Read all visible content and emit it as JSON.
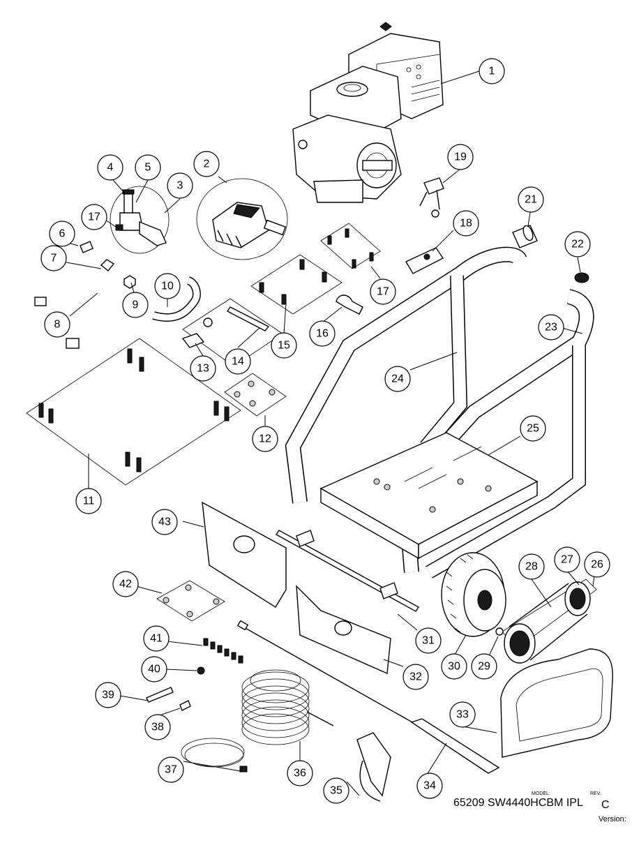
{
  "balloons": [
    {
      "id": "1",
      "label": "1"
    },
    {
      "id": "2",
      "label": "2"
    },
    {
      "id": "3",
      "label": "3"
    },
    {
      "id": "4",
      "label": "4"
    },
    {
      "id": "5",
      "label": "5"
    },
    {
      "id": "6",
      "label": "6"
    },
    {
      "id": "7",
      "label": "7"
    },
    {
      "id": "8",
      "label": "8"
    },
    {
      "id": "9",
      "label": "9"
    },
    {
      "id": "10",
      "label": "10"
    },
    {
      "id": "11",
      "label": "11"
    },
    {
      "id": "12",
      "label": "12"
    },
    {
      "id": "13",
      "label": "13"
    },
    {
      "id": "14",
      "label": "14"
    },
    {
      "id": "15",
      "label": "15"
    },
    {
      "id": "16",
      "label": "16"
    },
    {
      "id": "17a",
      "label": "17"
    },
    {
      "id": "17b",
      "label": "17"
    },
    {
      "id": "18",
      "label": "18"
    },
    {
      "id": "19",
      "label": "19"
    },
    {
      "id": "21",
      "label": "21"
    },
    {
      "id": "22",
      "label": "22"
    },
    {
      "id": "23",
      "label": "23"
    },
    {
      "id": "24",
      "label": "24"
    },
    {
      "id": "25",
      "label": "25"
    },
    {
      "id": "26",
      "label": "26"
    },
    {
      "id": "27",
      "label": "27"
    },
    {
      "id": "28",
      "label": "28"
    },
    {
      "id": "29",
      "label": "29"
    },
    {
      "id": "30",
      "label": "30"
    },
    {
      "id": "31",
      "label": "31"
    },
    {
      "id": "32",
      "label": "32"
    },
    {
      "id": "33",
      "label": "33"
    },
    {
      "id": "34",
      "label": "34"
    },
    {
      "id": "35",
      "label": "35"
    },
    {
      "id": "36",
      "label": "36"
    },
    {
      "id": "37",
      "label": "37"
    },
    {
      "id": "38",
      "label": "38"
    },
    {
      "id": "39",
      "label": "39"
    },
    {
      "id": "40",
      "label": "40"
    },
    {
      "id": "41",
      "label": "41"
    },
    {
      "id": "42",
      "label": "42"
    },
    {
      "id": "43",
      "label": "43"
    }
  ],
  "title_block": {
    "model_caption": "MODEL:",
    "rev_caption": "REV.",
    "model": "65209 SW4440HCBM IPL",
    "rev": "C",
    "version_caption": "Version:"
  }
}
